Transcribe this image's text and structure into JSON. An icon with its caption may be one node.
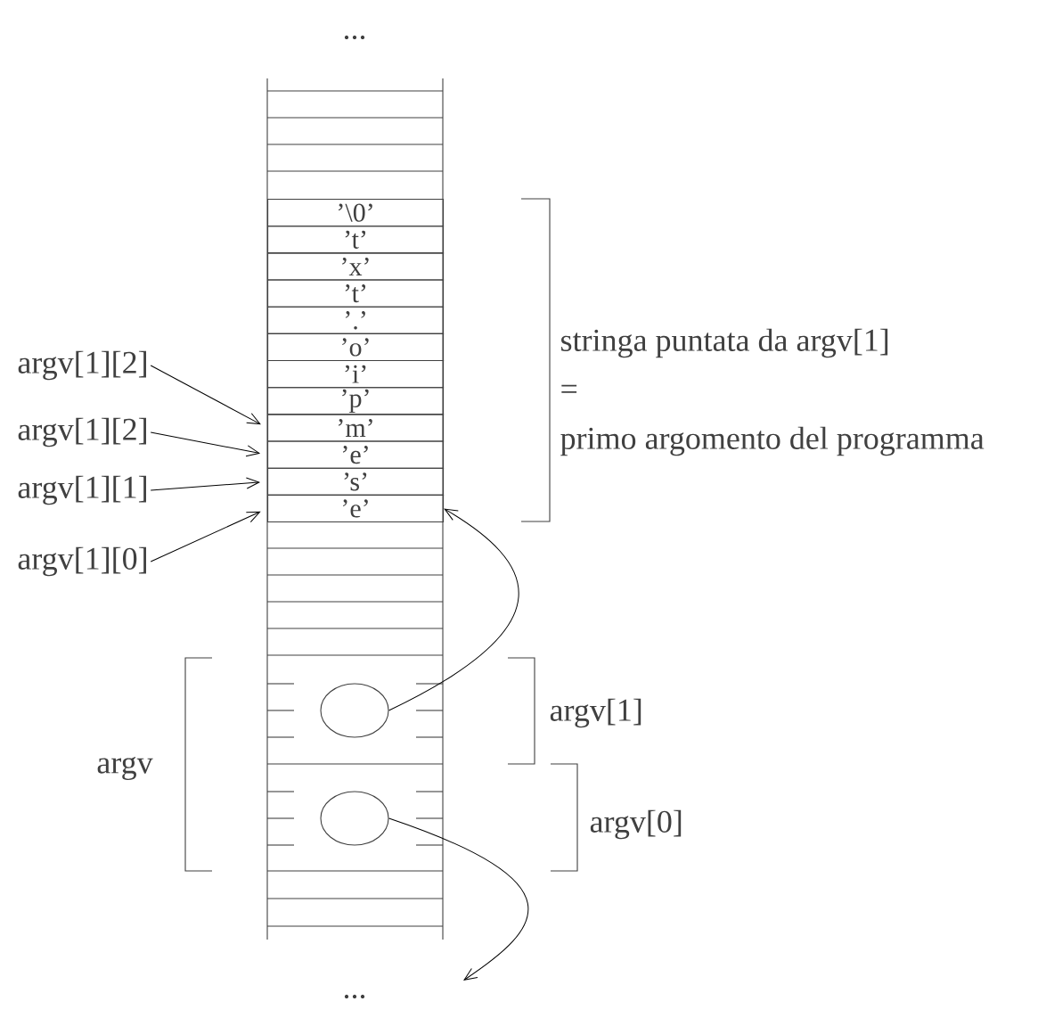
{
  "diagram": {
    "nodes": [
      {
        "text": [
          "argv[1][2]"
        ]
      },
      {
        "text": [
          "argv[1][2]"
        ]
      },
      {
        "text": [
          "argv[1][1]"
        ]
      },
      {
        "text": [
          "argv[1][0]"
        ]
      },
      {
        "text": [
          "’\\0’"
        ]
      },
      {
        "text": [
          "’t’"
        ]
      },
      {
        "text": [
          "’x’"
        ]
      },
      {
        "text": [
          "’t’"
        ]
      },
      {
        "text": [
          "’.’"
        ]
      },
      {
        "text": [
          "’o’"
        ]
      },
      {
        "text": [
          "’i’"
        ]
      },
      {
        "text": [
          "’p’"
        ]
      },
      {
        "text": [
          "’m’"
        ]
      },
      {
        "text": [
          "’e’"
        ]
      },
      {
        "text": [
          "’s’"
        ]
      },
      {
        "text": [
          "’e’"
        ]
      },
      {
        "text": [],
        "shape": "ellipse"
      },
      {
        "text": [],
        "shape": "ellipse"
      }
    ],
    "edges": [
      {
        "from": 0,
        "to": 12,
        "arrow": "to"
      },
      {
        "from": 1,
        "to": 13,
        "arrow": "to"
      },
      {
        "from": 2,
        "to": 14,
        "arrow": "to"
      },
      {
        "from": 3,
        "to": 15,
        "arrow": "to"
      },
      {
        "from": 16,
        "to": 15,
        "arrow": "to"
      },
      {
        "from": 17,
        "to": null,
        "arrow": "to"
      }
    ],
    "labels": [
      "...",
      "stringa puntata da argv[1]",
      "=",
      "primo argomento del programma",
      "argv[1]",
      "argv",
      "argv[0]",
      "..."
    ]
  }
}
